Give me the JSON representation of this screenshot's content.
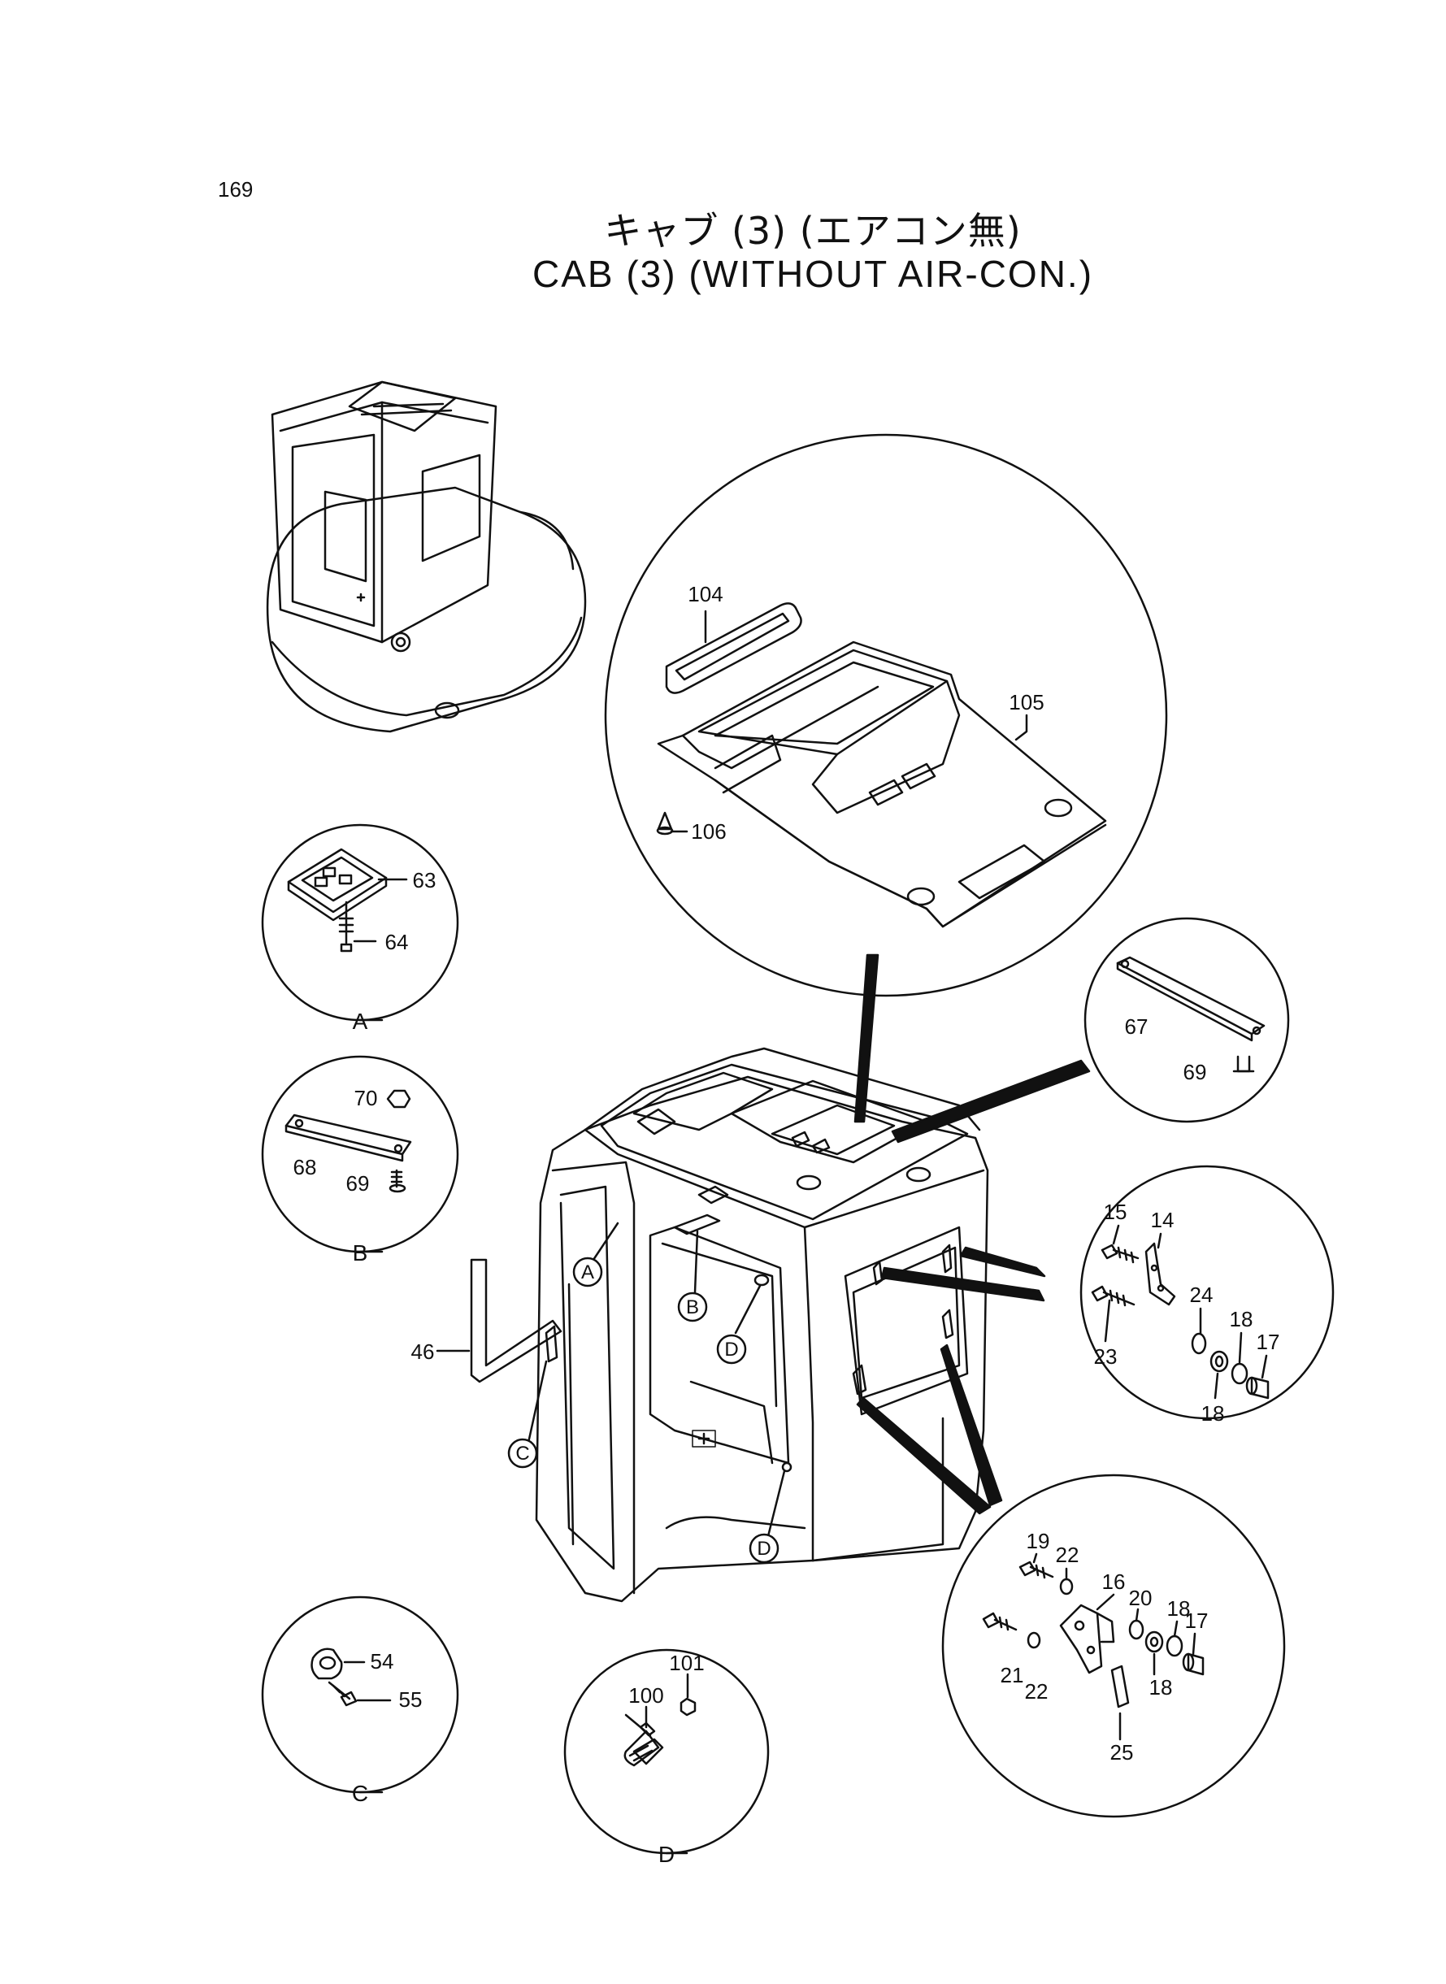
{
  "page_number": "169",
  "title_jp": "キャブ (3) (エアコン無)",
  "title_en": "CAB  (3) (WITHOUT  AIR-CON.)",
  "detail_callouts": [
    "A",
    "B",
    "C",
    "D"
  ],
  "part_labels": {
    "p104": "104",
    "p105": "105",
    "p106": "106",
    "p63": "63",
    "p64": "64",
    "p70": "70",
    "p68": "68",
    "p69b": "69",
    "p67": "67",
    "p69": "69",
    "p15": "15",
    "p14": "14",
    "p24": "24",
    "p18a": "18",
    "p17a": "17",
    "p23": "23",
    "p18b": "18",
    "p46": "46",
    "p19": "19",
    "p22a": "22",
    "p16": "16",
    "p20": "20",
    "p18c": "18",
    "p17b": "17",
    "p21": "21",
    "p22b": "22",
    "p18d": "18",
    "p25": "25",
    "p54": "54",
    "p55": "55",
    "p101": "101",
    "p100": "100"
  },
  "detail_labels": {
    "circleA": "A",
    "circleB": "B",
    "circleC": "C",
    "circleD": "D",
    "mainA": "A",
    "mainB": "B",
    "mainC": "C",
    "mainD1": "D",
    "mainD2": "D"
  }
}
